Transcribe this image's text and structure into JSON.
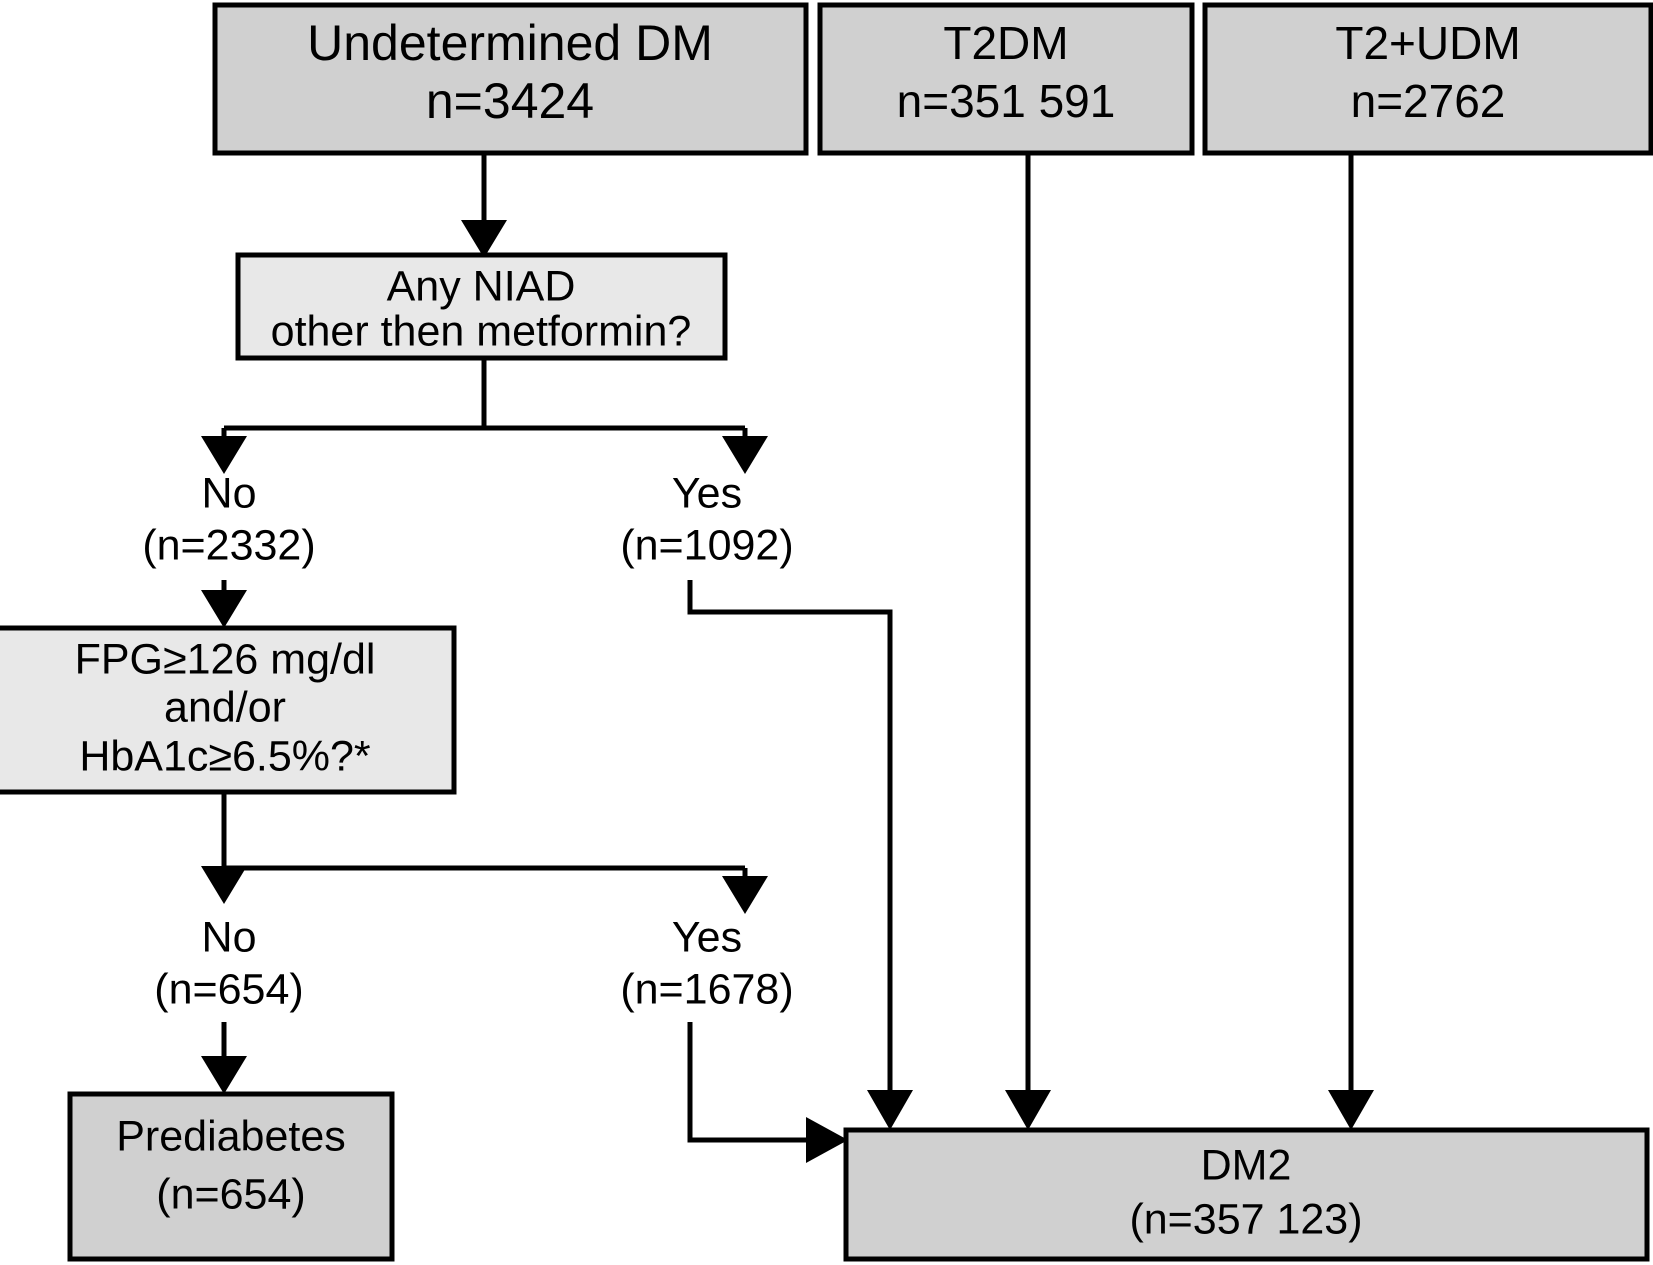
{
  "diagram": {
    "title": "Diabetes classification flowchart",
    "colors": {
      "terminal_fill": "#d0d0d0",
      "decision_fill": "#e8e8e8",
      "stroke": "#000000",
      "background": "#ffffff"
    },
    "nodes": {
      "undetermined_dm": {
        "line1": "Undetermined DM",
        "line2": "n=3424"
      },
      "t2dm": {
        "line1": "T2DM",
        "line2": "n=351 591"
      },
      "t2_udm": {
        "line1": "T2+UDM",
        "line2": "n=2762"
      },
      "niad_question": {
        "line1": "Any NIAD",
        "line2": "other then metformin?"
      },
      "fpg_question": {
        "line1": "FPG≥126 mg/dl",
        "line2": "and/or",
        "line3": "HbA1c≥6.5%?*"
      },
      "prediabetes": {
        "line1": "Prediabetes",
        "line2": "(n=654)"
      },
      "dm2": {
        "line1": "DM2",
        "line2": "(n=357 123)"
      }
    },
    "branch_labels": {
      "niad_no": {
        "answer": "No",
        "count": "(n=2332)"
      },
      "niad_yes": {
        "answer": "Yes",
        "count": "(n=1092)"
      },
      "fpg_no": {
        "answer": "No",
        "count": "(n=654)"
      },
      "fpg_yes": {
        "answer": "Yes",
        "count": "(n=1678)"
      }
    }
  }
}
